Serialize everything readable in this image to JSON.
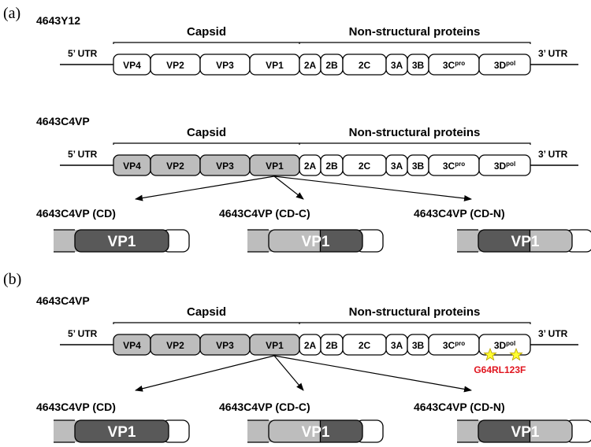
{
  "panels": [
    {
      "tag": "(a)",
      "constructs": [
        {
          "name": "4643Y12",
          "filled": false,
          "capsid_label": "Capsid",
          "nsp_label": "Non-structural proteins",
          "utr5": "5’ UTR",
          "utr3": "3’ UTR",
          "genes": [
            "VP4",
            "VP2",
            "VP3",
            "VP1",
            "2A",
            "2B",
            "2C",
            "3A",
            "3B",
            "3C",
            "3D"
          ],
          "sups": {
            "3C": "pro",
            "3D": "pol"
          }
        },
        {
          "name": "4643C4VP",
          "filled": true,
          "capsid_label": "Capsid",
          "nsp_label": "Non-structural proteins",
          "utr5": "5’ UTR",
          "utr3": "3’ UTR",
          "genes": [
            "VP4",
            "VP2",
            "VP3",
            "VP1",
            "2A",
            "2B",
            "2C",
            "3A",
            "3B",
            "3C",
            "3D"
          ],
          "sups": {
            "3C": "pro",
            "3D": "pol"
          }
        }
      ],
      "chimeras": [
        {
          "name": "4643C4VP (CD)",
          "segment": "VP1",
          "pattern": "CD"
        },
        {
          "name": "4643C4VP (CD-C)",
          "segment": "VP1",
          "pattern": "CD-C"
        },
        {
          "name": "4643C4VP (CD-N)",
          "segment": "VP1",
          "pattern": "CD-N"
        }
      ]
    },
    {
      "tag": "(b)",
      "constructs": [
        {
          "name": "4643C4VP",
          "filled": true,
          "capsid_label": "Capsid",
          "nsp_label": "Non-structural proteins",
          "utr5": "5’ UTR",
          "utr3": "3’ UTR",
          "genes": [
            "VP4",
            "VP2",
            "VP3",
            "VP1",
            "2A",
            "2B",
            "2C",
            "3A",
            "3B",
            "3C",
            "3D"
          ],
          "sups": {
            "3C": "pro",
            "3D": "pol"
          },
          "mutations": [
            "G64R",
            "L123F"
          ]
        }
      ],
      "chimeras": [
        {
          "name": "4643C4VP (CD)",
          "segment": "VP1",
          "pattern": "CD"
        },
        {
          "name": "4643C4VP (CD-C)",
          "segment": "VP1",
          "pattern": "CD-C"
        },
        {
          "name": "4643C4VP (CD-N)",
          "segment": "VP1",
          "pattern": "CD-N"
        }
      ]
    }
  ],
  "colors": {
    "light_gray": "#bdbdbd",
    "dark_gray": "#595959",
    "star_fill": "#ffff33",
    "mutation_text": "#e0141e"
  }
}
